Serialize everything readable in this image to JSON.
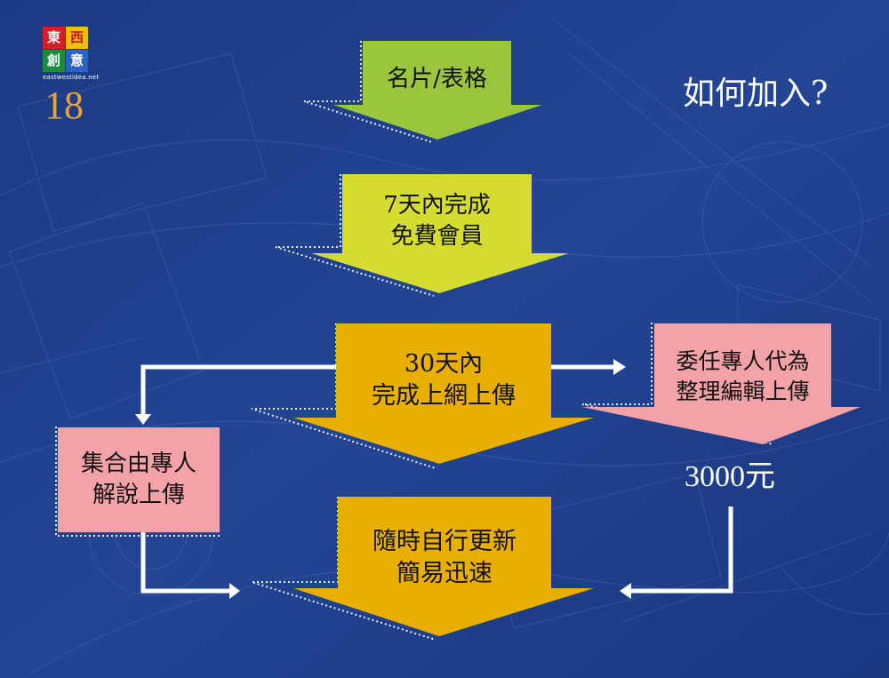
{
  "logo": {
    "chars": [
      "東",
      "西",
      "創",
      "意"
    ],
    "site": "eastwestidea.net"
  },
  "page_number": "18",
  "title": "如何加入?",
  "steps": {
    "step1": "名片/表格",
    "step2_line1": "7天內完成",
    "step2_line2": "免費會員",
    "step3_line1": "30天內",
    "step3_line2": "完成上網上傳",
    "step4_line1": "隨時自行更新",
    "step4_line2": "簡易迅速"
  },
  "side_boxes": {
    "left_line1": "集合由專人",
    "left_line2": "解說上傳",
    "right_line1": "委任專人代為",
    "right_line2": "整理編輯上傳"
  },
  "price": "3000元",
  "colors": {
    "background": "#1f3f8a",
    "green_arrow": "#9ac53c",
    "yellowgreen_arrow": "#d3dc2f",
    "gold_arrow": "#e8ae00",
    "pink_box": "#f3a3a8",
    "connector": "#ffffff",
    "page_number": "#e8a23a"
  }
}
